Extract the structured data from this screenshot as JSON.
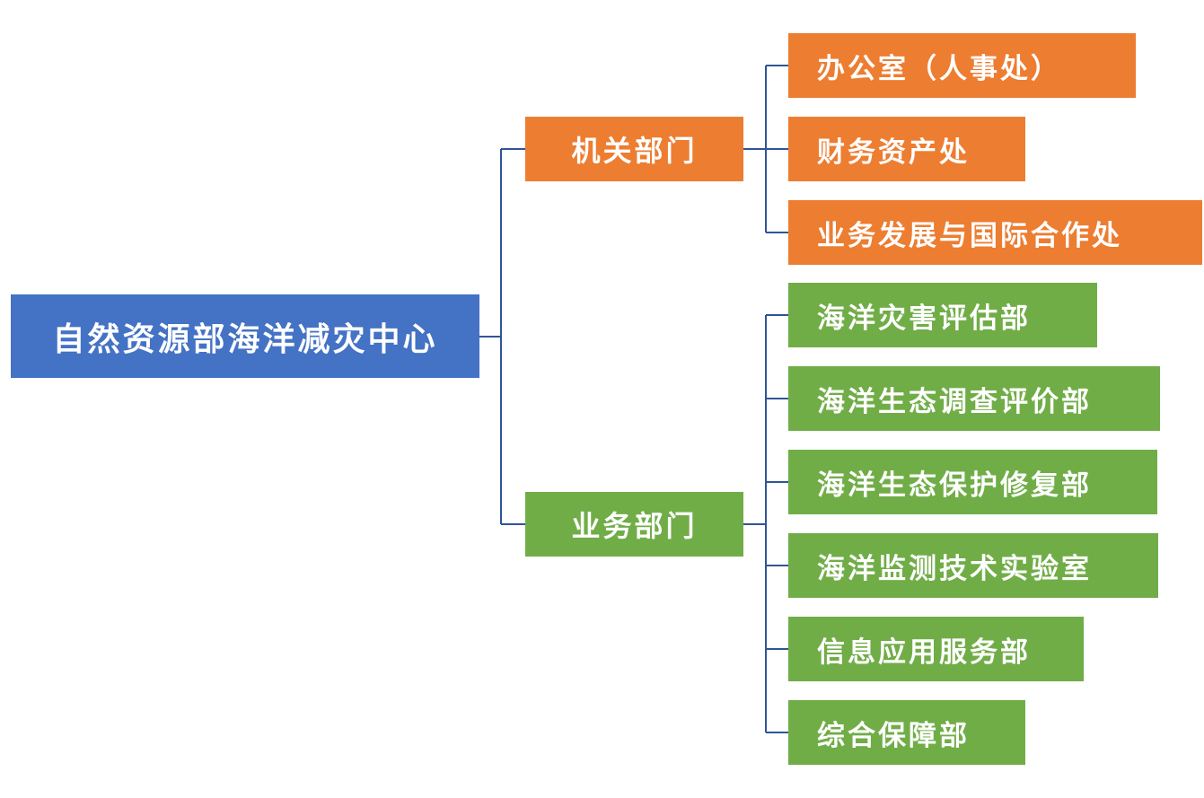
{
  "root": {
    "label": "自然资源部海洋减灾中心"
  },
  "groups": [
    {
      "label": "机关部门",
      "color": "#ed7d31",
      "children": [
        "办公室（人事处）",
        "财务资产处",
        "业务发展与国际合作处"
      ]
    },
    {
      "label": "业务部门",
      "color": "#70ad47",
      "children": [
        "海洋灾害评估部",
        "海洋生态调查评价部",
        "海洋生态保护修复部",
        "海洋监测技术实验室",
        "信息应用服务部",
        "综合保障部"
      ]
    }
  ],
  "colors": {
    "root": "#4472c4",
    "connector": "#2f5597"
  }
}
